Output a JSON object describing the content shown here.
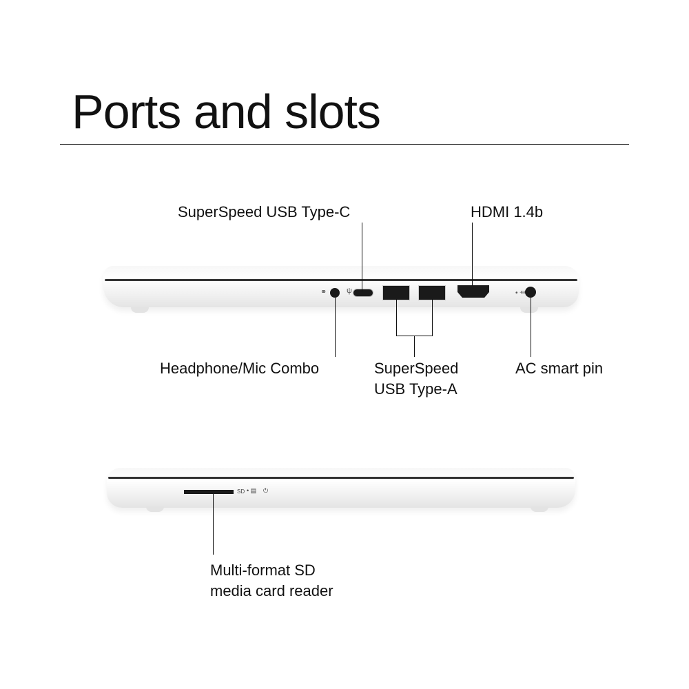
{
  "title": "Ports and slots",
  "labels": {
    "usb_c": "SuperSpeed USB Type-C",
    "hdmi": "HDMI 1.4b",
    "headphone": "Headphone/Mic Combo",
    "usb_a_line1": "SuperSpeed",
    "usb_a_line2": "USB Type-A",
    "ac_pin": "AC smart pin",
    "sd_line1": "Multi-format SD",
    "sd_line2": "media card reader"
  },
  "port_markings": {
    "sd": "SD"
  }
}
